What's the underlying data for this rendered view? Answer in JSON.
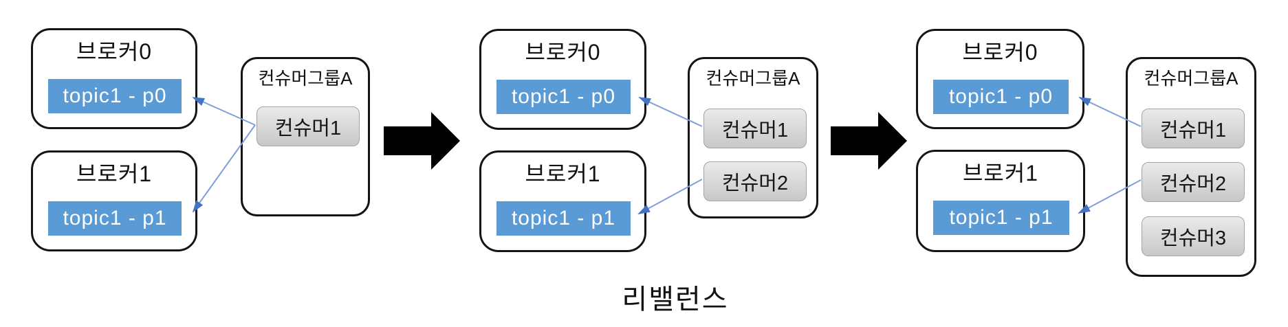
{
  "caption": "리밸런스",
  "colors": {
    "partition_fill": "#5B9BD5",
    "partition_text": "#FFFFFF",
    "connector_line": "#7F9DDB",
    "connector_head": "#4472C4",
    "box_border": "#141414",
    "consumer_fill_top": "#EAEAEA",
    "consumer_fill_bottom": "#C8C8C8",
    "rebalance_arrow": "#000000"
  },
  "panels": [
    {
      "brokers": [
        {
          "title": "브로커0",
          "partition": "topic1 - p0"
        },
        {
          "title": "브로커1",
          "partition": "topic1 - p1"
        }
      ],
      "group": {
        "label": "컨슈머그룹A",
        "consumers": [
          "컨슈머1"
        ]
      }
    },
    {
      "brokers": [
        {
          "title": "브로커0",
          "partition": "topic1 - p0"
        },
        {
          "title": "브로커1",
          "partition": "topic1 - p1"
        }
      ],
      "group": {
        "label": "컨슈머그룹A",
        "consumers": [
          "컨슈머1",
          "컨슈머2"
        ]
      }
    },
    {
      "brokers": [
        {
          "title": "브로커0",
          "partition": "topic1 - p0"
        },
        {
          "title": "브로커1",
          "partition": "topic1 - p1"
        }
      ],
      "group": {
        "label": "컨슈머그룹A",
        "consumers": [
          "컨슈머1",
          "컨슈머2",
          "컨슈머3"
        ]
      }
    }
  ]
}
